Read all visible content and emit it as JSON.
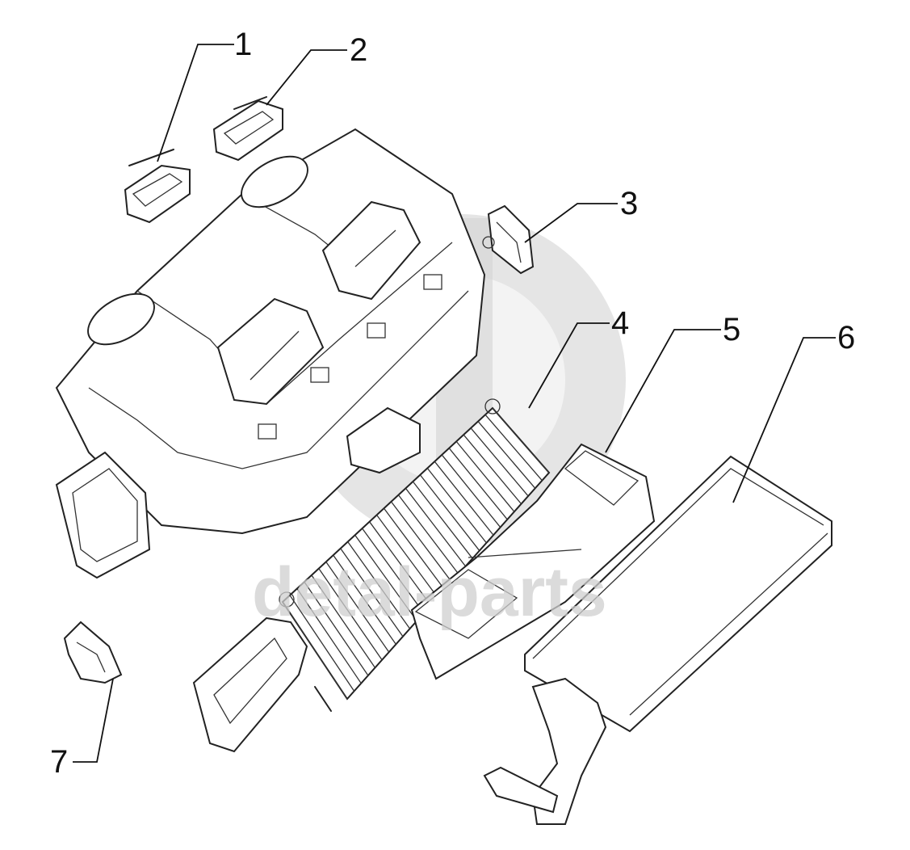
{
  "callouts": [
    {
      "id": "1",
      "label": "1"
    },
    {
      "id": "2",
      "label": "2"
    },
    {
      "id": "3",
      "label": "3"
    },
    {
      "id": "4",
      "label": "4"
    },
    {
      "id": "5",
      "label": "5"
    },
    {
      "id": "6",
      "label": "6"
    },
    {
      "id": "7",
      "label": "7"
    }
  ],
  "watermark": {
    "text": "detal-parts",
    "logo_icon": "gd-logo-icon"
  },
  "colors": {
    "line": "#222222",
    "watermark": "#cfcfcf",
    "background": "#ffffff"
  }
}
